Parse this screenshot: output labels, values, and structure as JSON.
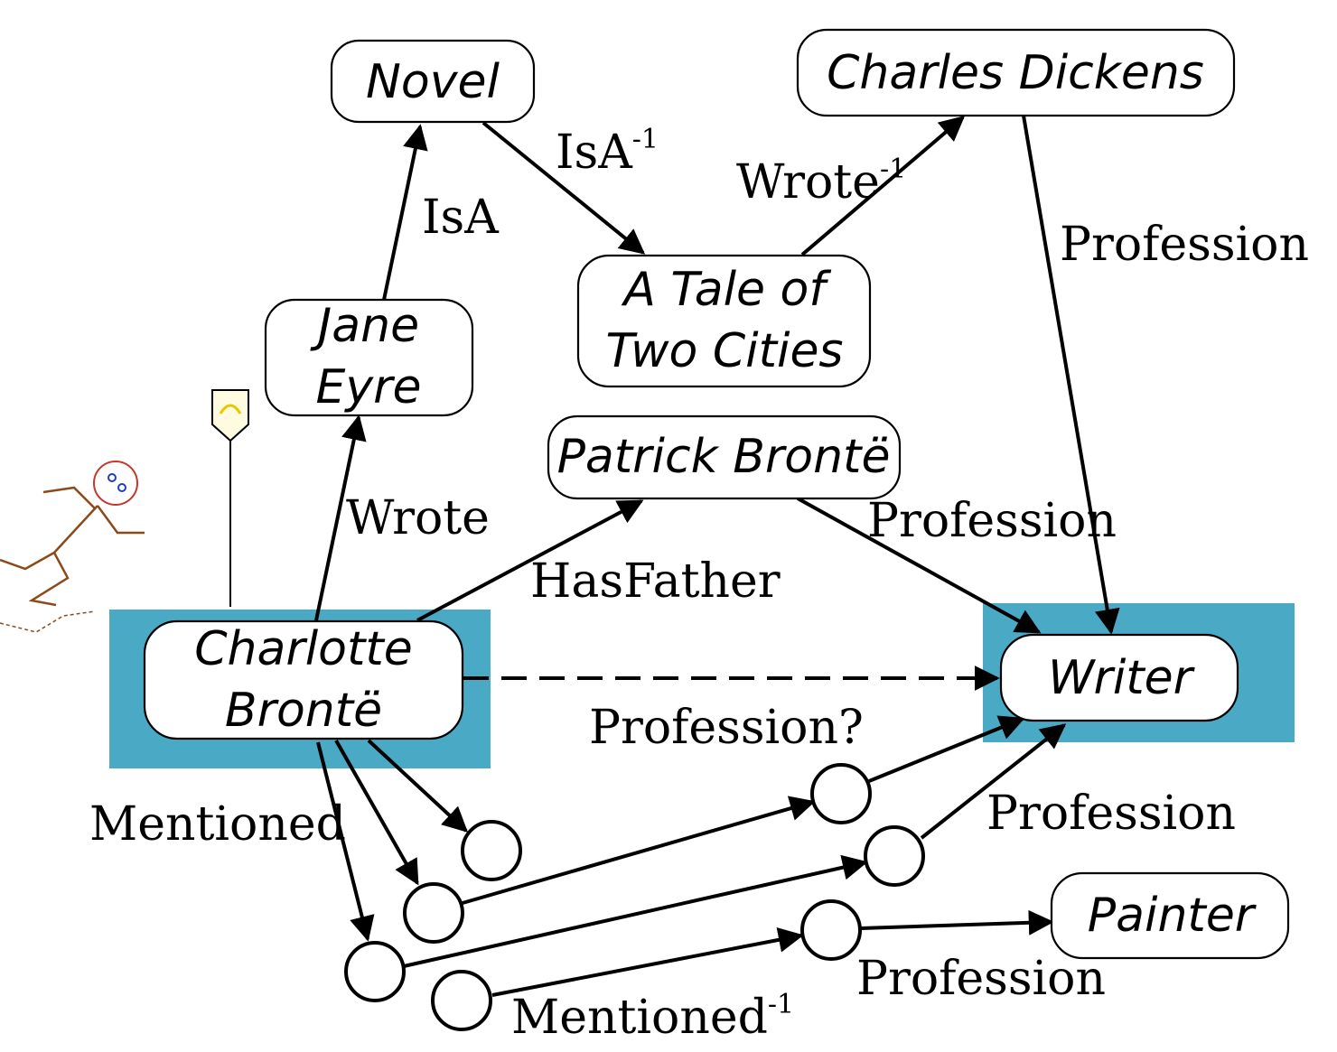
{
  "nodes": {
    "novel": "Novel",
    "charles_dickens": "Charles Dickens",
    "jane_eyre_1": "Jane",
    "jane_eyre_2": "Eyre",
    "tale_1": "A Tale of",
    "tale_2": "Two Cities",
    "patrick": "Patrick Brontë",
    "charlotte_1": "Charlotte",
    "charlotte_2": "Brontë",
    "writer": "Writer",
    "painter": "Painter"
  },
  "edge_labels": {
    "isa_inv": "IsA",
    "isa_inv_sup": "-1",
    "wrote_inv": "Wrote",
    "wrote_inv_sup": "-1",
    "isa": "IsA",
    "profession_dickens": "Profession",
    "wrote": "Wrote",
    "has_father": "HasFather",
    "profession_patrick": "Profession",
    "profession_query": "Profession?",
    "mentioned": "Mentioned",
    "profession_mid": "Profession",
    "profession_painter": "Profession",
    "mentioned_inv": "Mentioned",
    "mentioned_inv_sup": "-1"
  }
}
